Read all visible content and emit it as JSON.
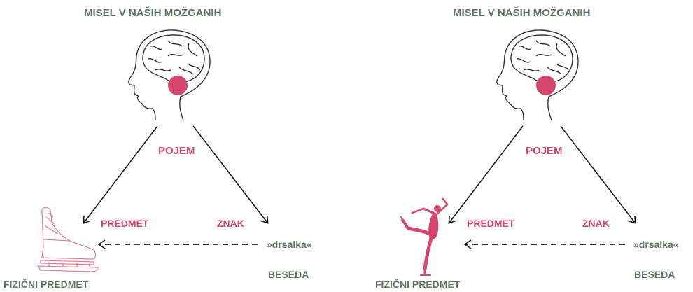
{
  "colors": {
    "green": "#5e7660",
    "pink": "#d6456b",
    "ink": "#1a1a1a"
  },
  "left": {
    "title": "MISEL V NAŠIH MOŽGANIH",
    "concept": "POJEM",
    "object": "PREDMET",
    "sign": "ZNAK",
    "word_example": "»drsalka«",
    "physical_object": "FIZIČNI PREDMET",
    "word": "BESEDA",
    "object_icon": "ice-skate-outline-icon"
  },
  "right": {
    "title": "MISEL V NAŠIH MOŽGANIH",
    "concept": "POJEM",
    "object": "PREDMET",
    "sign": "ZNAK",
    "word_example": "»drsalka«",
    "physical_object": "FIZIČNI PREDMET",
    "word": "BESEDA",
    "object_icon": "figure-skater-silhouette-icon"
  }
}
